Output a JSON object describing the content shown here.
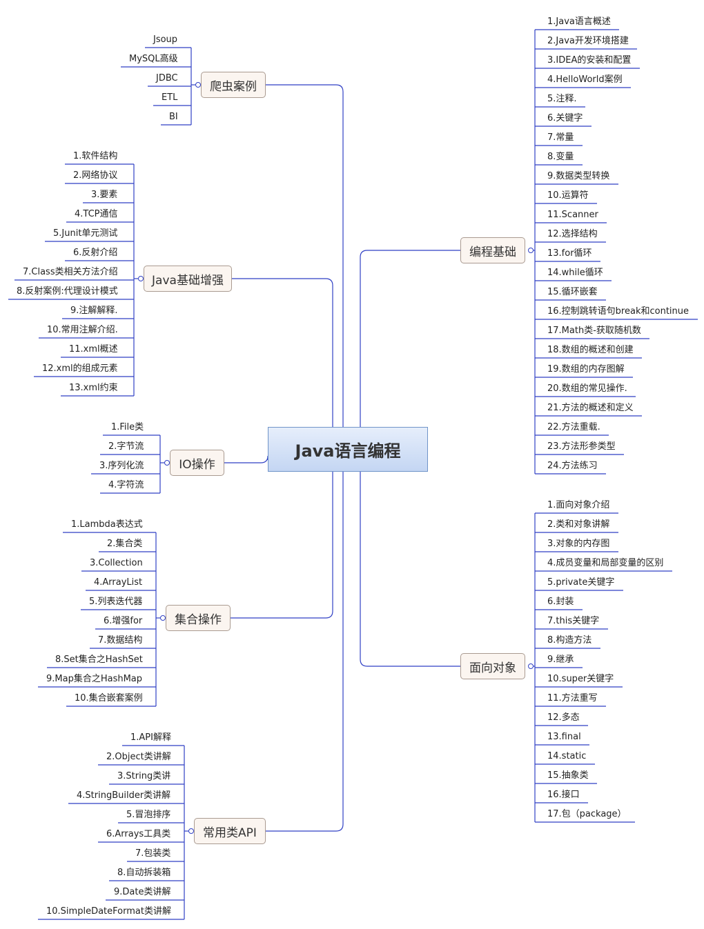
{
  "root": {
    "title": "Java语言编程"
  },
  "branches": [
    {
      "id": "crawler",
      "label": "爬虫案例",
      "children": [
        "Jsoup",
        "MySQL高级",
        "JDBC",
        "ETL",
        "BI"
      ]
    },
    {
      "id": "java-enhance",
      "label": "Java基础增强",
      "children": [
        "1.软件结构",
        "2.网络协议",
        "3.要素",
        "4.TCP通信",
        "5.Junit单元测试",
        "6.反射介绍",
        "7.Class类相关方法介绍",
        "8.反射案例:代理设计模式",
        "9.注解解释.",
        "10.常用注解介绍.",
        "11.xml概述",
        "12.xml的组成元素",
        "13.xml约束"
      ]
    },
    {
      "id": "io",
      "label": "IO操作",
      "children": [
        "1.File类",
        "2.字节流",
        "3.序列化流",
        "4.字符流"
      ]
    },
    {
      "id": "collections",
      "label": "集合操作",
      "children": [
        "1.Lambda表达式",
        "2.集合类",
        "3.Collection",
        "4.ArrayList",
        "5.列表迭代器",
        "6.增强for",
        "7.数据结构",
        "8.Set集合之HashSet",
        "9.Map集合之HashMap",
        "10.集合嵌套案例"
      ]
    },
    {
      "id": "api",
      "label": "常用类API",
      "children": [
        "1.API解释",
        "2.Object类讲解",
        "3.String类讲",
        "4.StringBuilder类讲解",
        "5.冒泡排序",
        "6.Arrays工具类",
        "7.包装类",
        "8.自动拆装箱",
        "9.Date类讲解",
        "10.SimpleDateFormat类讲解"
      ]
    },
    {
      "id": "basics",
      "label": "编程基础",
      "children": [
        "1.Java语言概述",
        "2.Java开发环境搭建",
        "3.IDEA的安装和配置",
        "4.HelloWorld案例",
        "5.注释.",
        "6.关键字",
        "7.常量",
        "8.变量",
        "9.数据类型转换",
        "10.运算符",
        "11.Scanner",
        "12.选择结构",
        "13.for循环",
        "14.while循环",
        "15.循环嵌套",
        "16.控制跳转语句break和continue",
        "17.Math类-获取随机数",
        "18.数组的概述和创建",
        "19.数组的内存图解",
        "20.数组的常见操作.",
        "21.方法的概述和定义",
        "22.方法重载.",
        "23.方法形参类型",
        "24.方法练习"
      ]
    },
    {
      "id": "oop",
      "label": "面向对象",
      "children": [
        "1.面向对象介绍",
        "2.类和对象讲解",
        "3.对象的内存图",
        "4.成员变量和局部变量的区别",
        "5.private关键字",
        "6.封装",
        "7.this关键字",
        "8.构造方法",
        "9.继承",
        "10.super关键字",
        "11.方法重写",
        "12.多态",
        "13.final",
        "14.static",
        "15.抽象类",
        "16.接口",
        "17.包（package）"
      ]
    }
  ],
  "colors": {
    "line": "#2f3fc4",
    "root_fill": "#d6e3f8",
    "root_border": "#6f93c8",
    "branch_fill": "#fbf5f0",
    "branch_border": "#a99a90"
  }
}
